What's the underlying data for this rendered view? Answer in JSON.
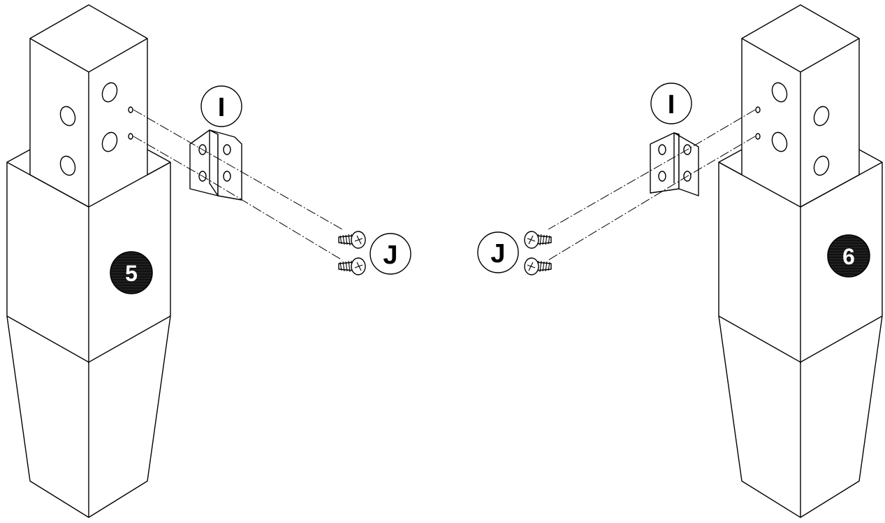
{
  "diagram": {
    "left_leg": {
      "badge": "5"
    },
    "right_leg": {
      "badge": "6"
    },
    "left_bracket_callout": "I",
    "right_bracket_callout": "I",
    "left_screw_callout": "J",
    "right_screw_callout": "J"
  }
}
